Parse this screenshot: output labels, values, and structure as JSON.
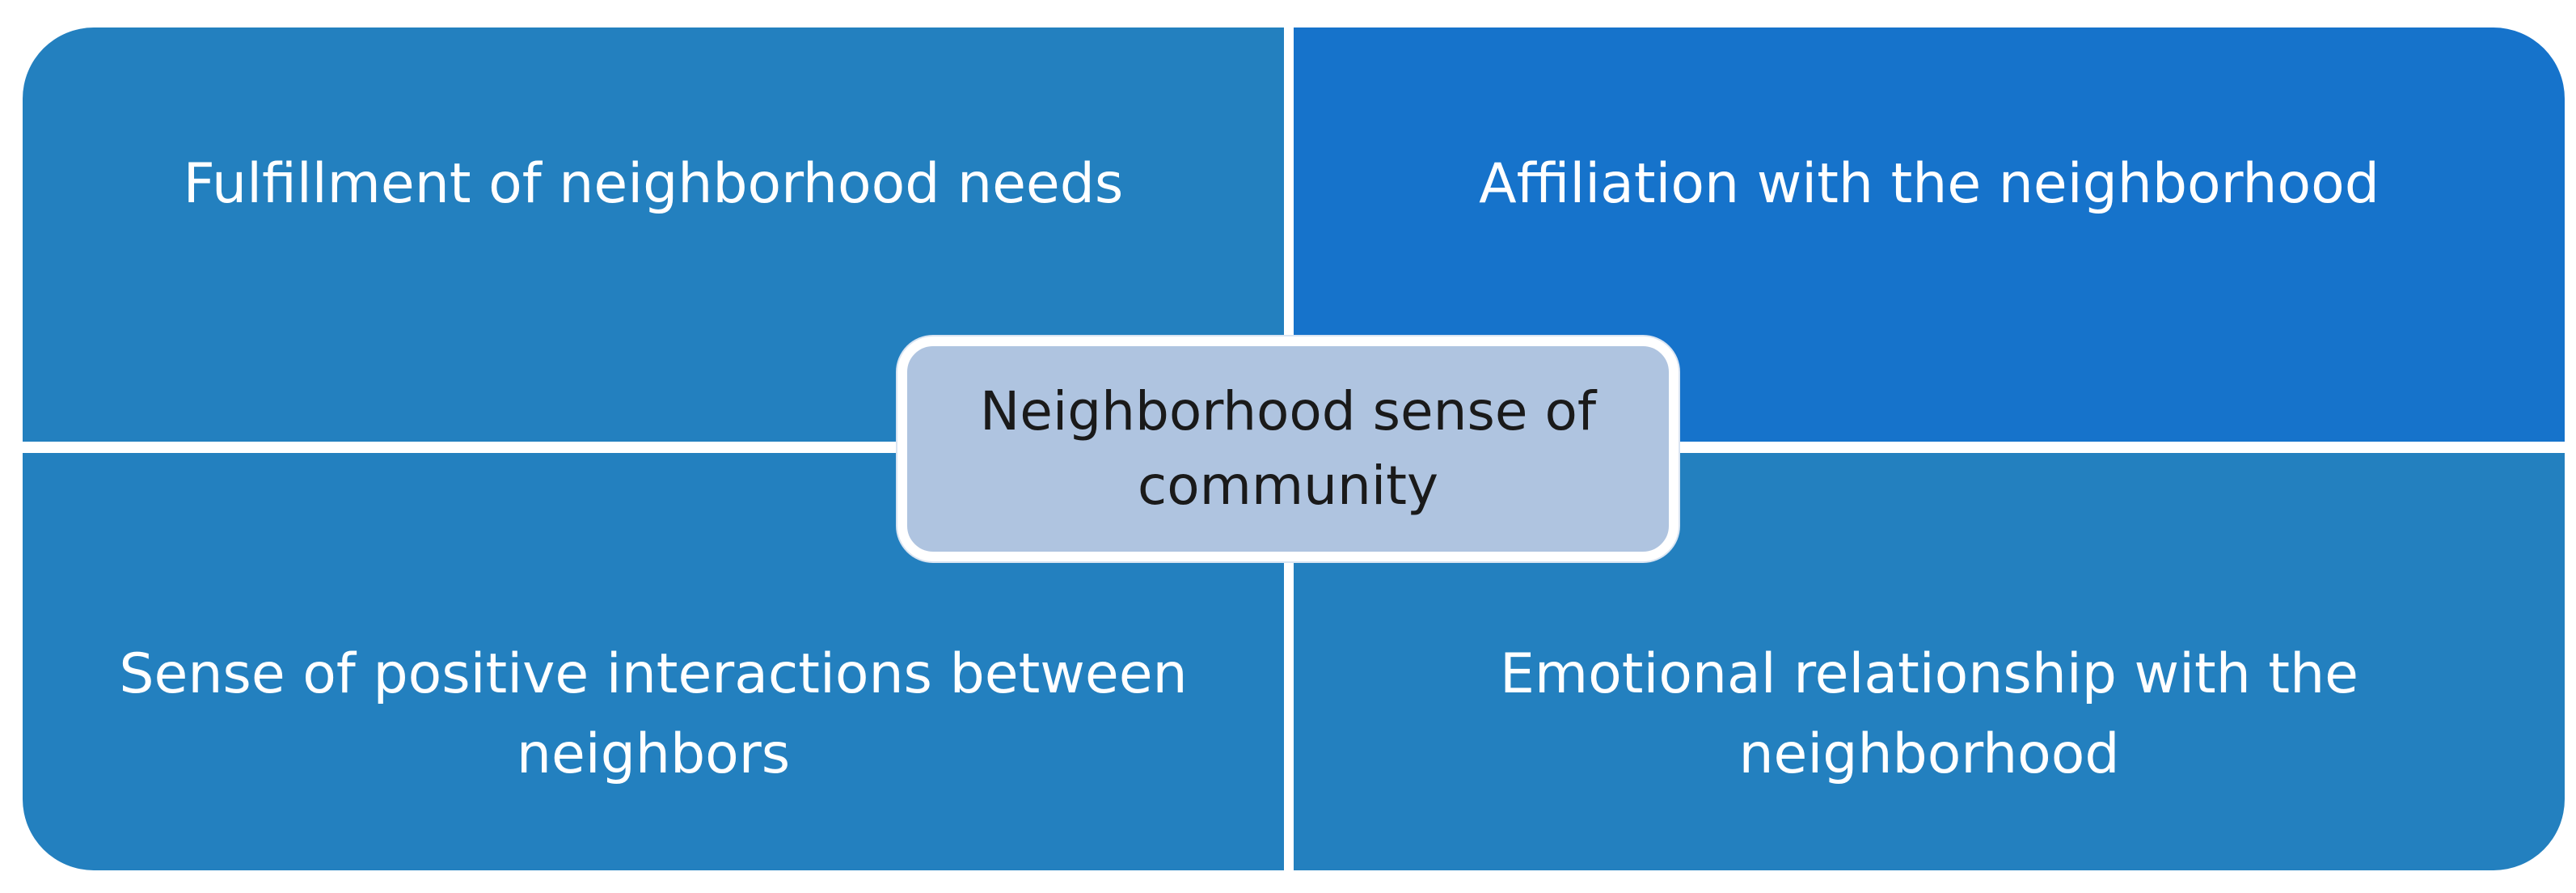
{
  "quadrants": {
    "top_left": {
      "label": "Fulfillment of neighborhood needs",
      "color": "#2380BF"
    },
    "top_right": {
      "label": "Affiliation with the neighborhood",
      "color": "#1673CB"
    },
    "bottom_left": {
      "label": "Sense of positive interactions between neighbors",
      "color": "#2380BF"
    },
    "bottom_right": {
      "label": "Emotional relationship with the neighborhood",
      "color": "#2380BF"
    }
  },
  "center": {
    "label": "Neighborhood sense of community",
    "color": "#AFC4E0"
  }
}
